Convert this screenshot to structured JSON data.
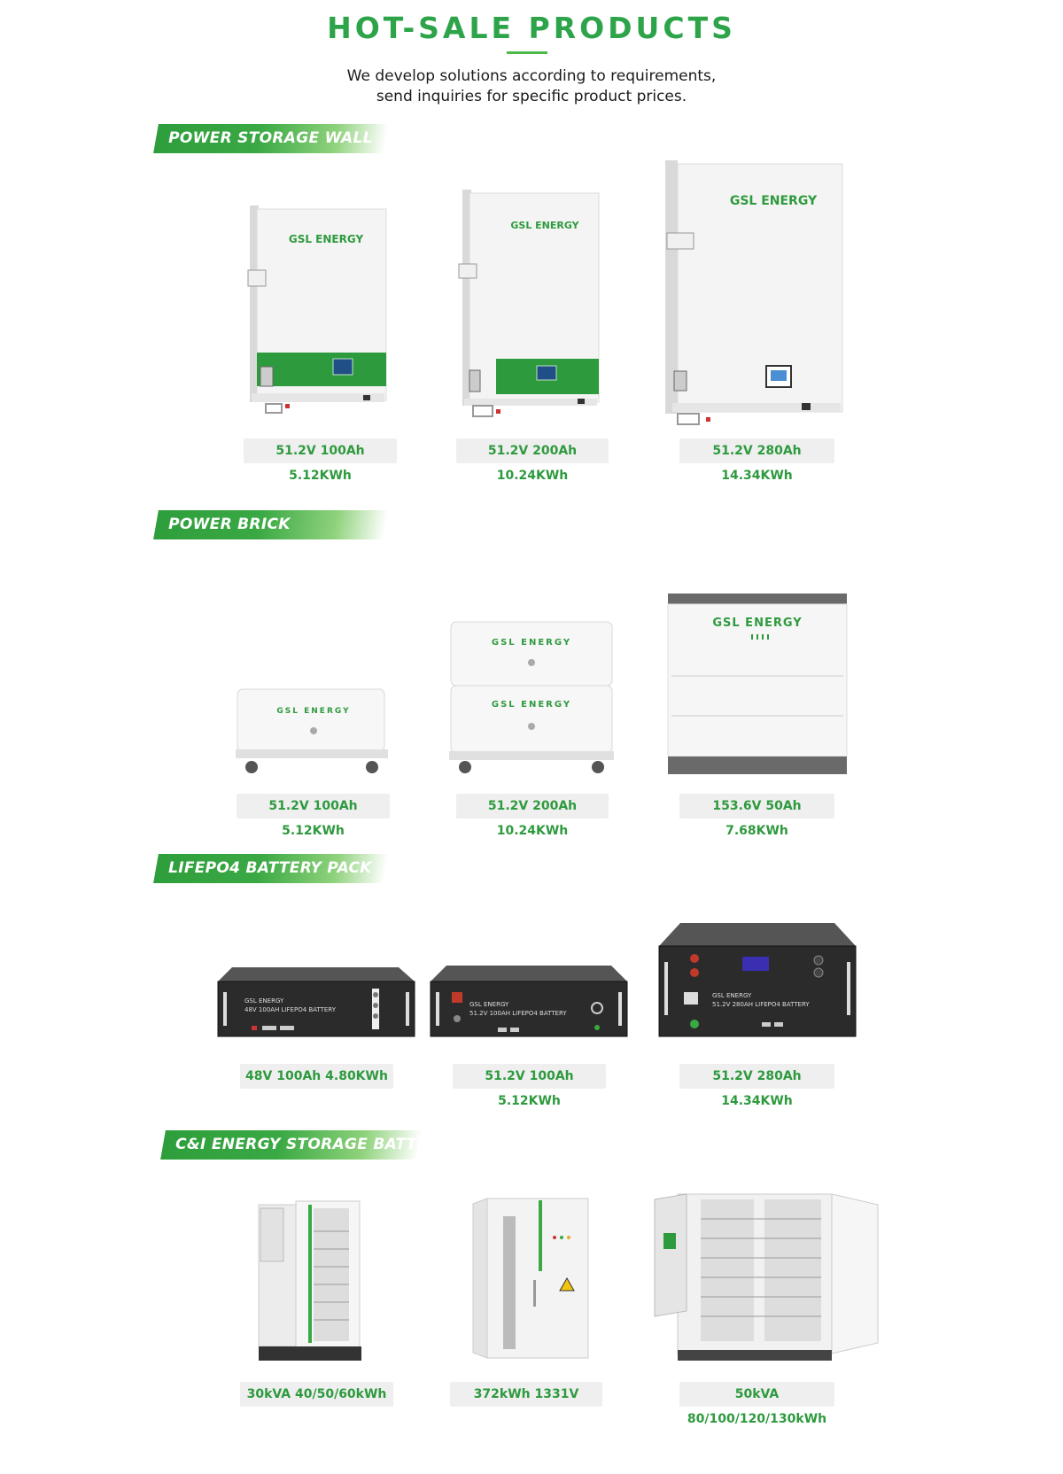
{
  "header": {
    "title": "HOT-SALE PRODUCTS",
    "subtitle_line1": "We develop solutions according to requirements,",
    "subtitle_line2": "send inquiries for specific product prices."
  },
  "brand": {
    "logo_text": "GSL ENERGY",
    "accent_color": "#2ea44a",
    "light_accent_color": "#8fd27c"
  },
  "sections": [
    {
      "title": "POWER STORAGE WALL",
      "products": [
        {
          "caption": "51.2V 100Ah 5.12KWh",
          "icon": "wall-battery-icon"
        },
        {
          "caption": "51.2V 200Ah 10.24KWh",
          "icon": "wall-battery-icon"
        },
        {
          "caption": "51.2V 280Ah 14.34KWh",
          "icon": "wall-battery-icon"
        }
      ]
    },
    {
      "title": "POWER BRICK",
      "products": [
        {
          "caption": "51.2V 100Ah 5.12KWh",
          "icon": "brick-battery-icon"
        },
        {
          "caption": "51.2V 200Ah 10.24KWh",
          "icon": "brick-battery-icon"
        },
        {
          "caption": "153.6V 50Ah 7.68KWh",
          "icon": "stacked-battery-icon"
        }
      ]
    },
    {
      "title": "LIFEPO4 BATTERY PACK",
      "products": [
        {
          "caption": "48V 100Ah 4.80KWh",
          "icon": "rack-battery-icon",
          "label_line1": "GSL ENERGY",
          "label_line2": "48V 100AH LIFEPO4 BATTERY"
        },
        {
          "caption": "51.2V 100Ah 5.12KWh",
          "icon": "rack-battery-icon",
          "label_line1": "GSL ENERGY",
          "label_line2": "51.2V 100AH LIFEPO4 BATTERY"
        },
        {
          "caption": "51.2V 280Ah 14.34KWh",
          "icon": "rack-battery-icon",
          "label_line1": "GSL ENERGY",
          "label_line2": "51.2V 280AH LIFEPO4 BATTERY"
        }
      ]
    },
    {
      "title": "C&I ENERGY STORAGE BATTERY",
      "products": [
        {
          "caption": "30kVA 40/50/60kWh",
          "icon": "cabinet-battery-icon"
        },
        {
          "caption": "372kWh 1331V",
          "icon": "cabinet-battery-icon"
        },
        {
          "caption": "50kVA 80/100/120/130kWh",
          "icon": "cabinet-battery-icon"
        }
      ]
    }
  ]
}
